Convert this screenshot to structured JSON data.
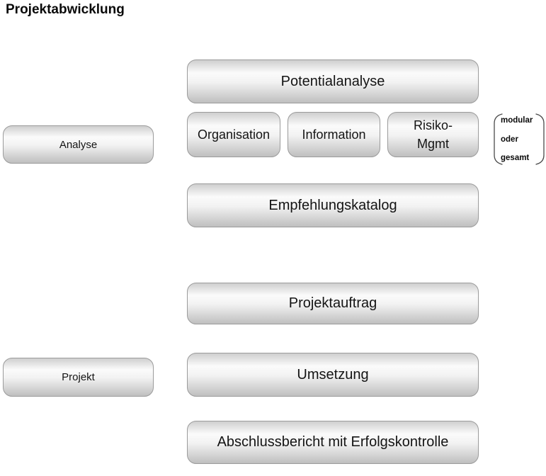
{
  "diagram": {
    "title": "Projektabwicklung",
    "phases": {
      "analyse": {
        "label": "Analyse"
      },
      "projekt": {
        "label": "Projekt"
      }
    },
    "analyse_steps": {
      "potentialanalyse": {
        "label": "Potentialanalyse"
      },
      "modules": {
        "organisation": {
          "label": "Organisation"
        },
        "information": {
          "label": "Information"
        },
        "risiko": {
          "line1": "Risiko-",
          "line2": "Mgmt"
        }
      },
      "empfehlungskatalog": {
        "label": "Empfehlungskatalog"
      }
    },
    "projekt_steps": {
      "projektauftrag": {
        "label": "Projektauftrag"
      },
      "umsetzung": {
        "label": "Umsetzung"
      },
      "abschlussbericht": {
        "label": "Abschlussbericht mit Erfolgskontrolle"
      }
    },
    "annotation": {
      "lines": [
        "modular",
        "oder",
        "gesamt"
      ]
    }
  },
  "colors": {
    "background": "#ffffff",
    "box_border": "#9b9b9b",
    "box_gradient_top": "#cfcfcf",
    "box_gradient_highlight": "#fbfbfb",
    "box_gradient_bottom": "#bfbfbf",
    "text": "#111111",
    "bracket_stroke": "#4a4a4a"
  }
}
